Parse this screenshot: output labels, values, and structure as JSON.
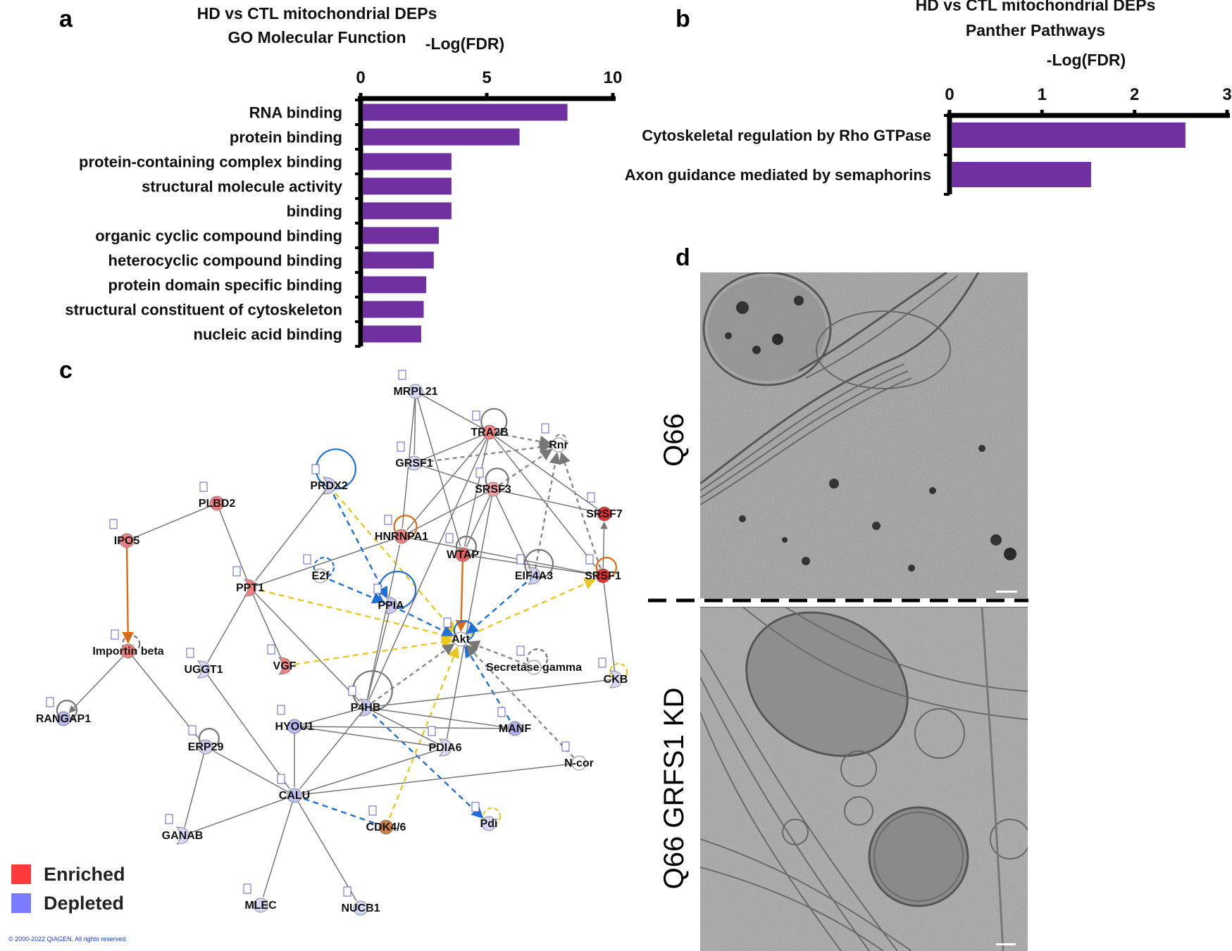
{
  "panels": {
    "a": {
      "letter": "a",
      "title_line1": "HD vs CTL mitochondrial DEPs",
      "title_line2": "GO Molecular Function"
    },
    "b": {
      "letter": "b",
      "title_line1": "HD vs CTL mitochondrial DEPs",
      "title_line2": "Panther Pathways"
    },
    "c": {
      "letter": "c",
      "legend": [
        {
          "label": "Enriched",
          "color": "#ff3a3a"
        },
        {
          "label": "Depleted",
          "color": "#7b7bff"
        }
      ],
      "copyright": "© 2000-2022 QIAGEN. All rights reserved."
    },
    "d": {
      "letter": "d",
      "top_label": "Q66",
      "bottom_label": "Q66 GRFS1 KD"
    }
  },
  "chart_data": [
    {
      "type": "bar",
      "orientation": "horizontal",
      "xlabel": "-Log(FDR)",
      "xlim": [
        0,
        10
      ],
      "xticks": [
        "0",
        "5",
        "10"
      ],
      "bar_color": "#7030a0",
      "categories": [
        "RNA binding",
        "protein binding",
        "protein-containing complex binding",
        "structural molecule activity",
        "binding",
        "organic cyclic compound binding",
        "heterocyclic compound binding",
        "protein domain specific binding",
        "structural constituent of cytoskeleton",
        "nucleic acid binding"
      ],
      "values": [
        8.2,
        6.3,
        3.6,
        3.6,
        3.6,
        3.1,
        2.9,
        2.6,
        2.5,
        2.4
      ]
    },
    {
      "type": "bar",
      "orientation": "horizontal",
      "xlabel": "-Log(FDR)",
      "xlim": [
        0,
        3
      ],
      "xticks": [
        "0",
        "1",
        "2",
        "3"
      ],
      "bar_color": "#7030a0",
      "categories": [
        "Cytoskeletal regulation by Rho GTPase",
        "Axon guidance mediated by semaphorins"
      ],
      "values": [
        2.55,
        1.53
      ]
    }
  ],
  "network": {
    "nodes": [
      {
        "id": "MRPL21",
        "color": "#d8d8f8"
      },
      {
        "id": "TRA2B",
        "color": "#f08080"
      },
      {
        "id": "Rnr",
        "color": "#ffffff"
      },
      {
        "id": "GRSF1",
        "color": "#d8d8f8"
      },
      {
        "id": "PRDX2",
        "color": "#d0d0f5"
      },
      {
        "id": "SRSF3",
        "color": "#f4a0a0"
      },
      {
        "id": "PLBD2",
        "color": "#f08080"
      },
      {
        "id": "SRSF7",
        "color": "#e83030"
      },
      {
        "id": "IPO5",
        "color": "#f08080"
      },
      {
        "id": "HNRNPA1",
        "color": "#f08080"
      },
      {
        "id": "WTAP",
        "color": "#ec6060"
      },
      {
        "id": "E2f",
        "color": "#ffffff"
      },
      {
        "id": "EIF4A3",
        "color": "#d0d0f5"
      },
      {
        "id": "SRSF1",
        "color": "#e83030"
      },
      {
        "id": "PPT1",
        "color": "#f08080"
      },
      {
        "id": "PPIA",
        "color": "#c8c8f5"
      },
      {
        "id": "Akt",
        "color": "#ffffff"
      },
      {
        "id": "Importin beta",
        "color": "#f08080"
      },
      {
        "id": "UGGT1",
        "color": "#d8d8f8"
      },
      {
        "id": "VGF",
        "color": "#f08080"
      },
      {
        "id": "Secretase gamma",
        "color": "#ffffff"
      },
      {
        "id": "CKB",
        "color": "#d8d8f8"
      },
      {
        "id": "RANGAP1",
        "color": "#b8b8f0"
      },
      {
        "id": "P4HB",
        "color": "#c8c8f5"
      },
      {
        "id": "HYOU1",
        "color": "#b8b8f0"
      },
      {
        "id": "MANF",
        "color": "#b0b0ee"
      },
      {
        "id": "ERP29",
        "color": "#d0d0f5"
      },
      {
        "id": "PDIA6",
        "color": "#d8d8f8"
      },
      {
        "id": "N-cor",
        "color": "#ffffff"
      },
      {
        "id": "CALU",
        "color": "#c0c0f2"
      },
      {
        "id": "CDK4/6",
        "color": "#d08040"
      },
      {
        "id": "Pdi",
        "color": "#d8d8f8"
      },
      {
        "id": "GANAB",
        "color": "#d8d8f8"
      },
      {
        "id": "MLEC",
        "color": "#d8d8f8"
      },
      {
        "id": "NUCB1",
        "color": "#d8d8f8"
      }
    ]
  }
}
